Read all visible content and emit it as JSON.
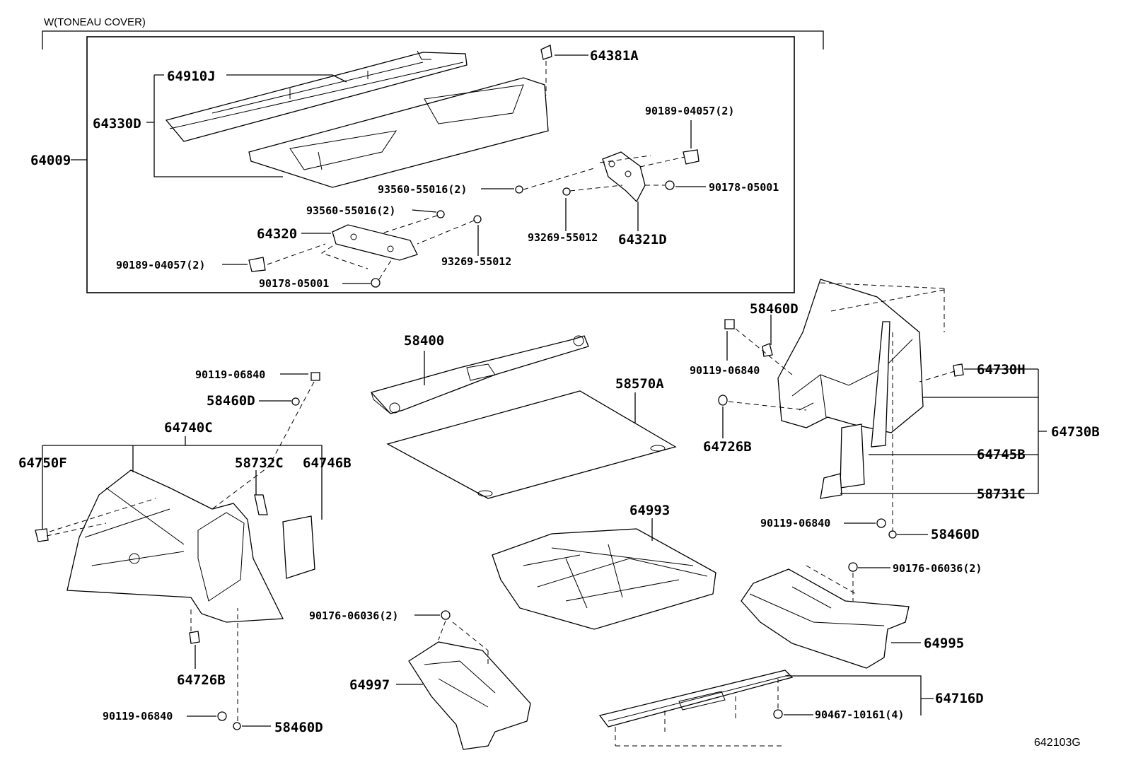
{
  "header": {
    "title": "W(TONEAU COVER)",
    "code": "642103G"
  },
  "labels": {
    "p64381A": "64381A",
    "p64910J": "64910J",
    "p64330D": "64330D",
    "p64009": "64009",
    "p90189_04057_2a": "90189-04057(2)",
    "p93560_55016_2a": "93560-55016(2)",
    "p90178_05001a": "90178-05001",
    "p93560_55016_2b": "93560-55016(2)",
    "p64320": "64320",
    "p93269_55012a": "93269-55012",
    "p64321D": "64321D",
    "p90189_04057_2b": "90189-04057(2)",
    "p93269_55012b": "93269-55012",
    "p90178_05001b": "90178-05001",
    "p58460D_a": "58460D",
    "p58400": "58400",
    "p90119_06840_a": "90119-06840",
    "p64730H": "64730H",
    "p90119_06840_b": "90119-06840",
    "p58460D_b": "58460D",
    "p58570A": "58570A",
    "p64740C": "64740C",
    "p64726B_a": "64726B",
    "p64730B": "64730B",
    "p64750F": "64750F",
    "p58732C": "58732C",
    "p64746B": "64746B",
    "p64745B": "64745B",
    "p58731C": "58731C",
    "p64993": "64993",
    "p90119_06840_c": "90119-06840",
    "p58460D_c": "58460D",
    "p90176_06036_2a": "90176-06036(2)",
    "p90176_06036_2b": "90176-06036(2)",
    "p64995": "64995",
    "p64726B_b": "64726B",
    "p64997": "64997",
    "p64716D": "64716D",
    "p90467_10161_4": "90467-10161(4)",
    "p90119_06840_d": "90119-06840",
    "p58460D_d": "58460D"
  }
}
